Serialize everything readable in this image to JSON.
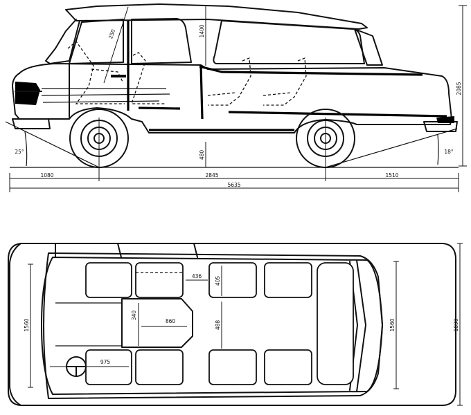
{
  "side_view": {
    "dimensions": {
      "front_overhang": "1080",
      "wheelbase": "2845",
      "rear_overhang": "1510",
      "overall_length": "5635",
      "overall_height": "2085",
      "interior_height": "1400",
      "ground_clearance": "480",
      "seat_offset": "250",
      "approach_angle": "25°",
      "departure_angle": "18°"
    }
  },
  "top_view": {
    "dimensions": {
      "seat_gap": "436",
      "seat_depth": "405",
      "table_depth": "340",
      "table_width": "860",
      "aisle_width": "488",
      "steering_offset": "975",
      "front_track": "1560",
      "rear_track": "1560",
      "overall_width": "1890"
    }
  },
  "colors": {
    "ink": "#111111",
    "paper": "#ffffff"
  }
}
